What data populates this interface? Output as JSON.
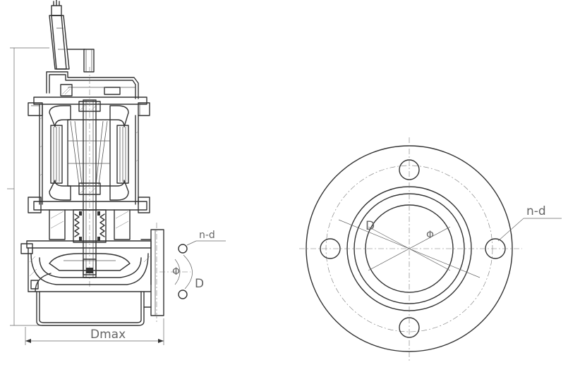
{
  "labels": {
    "dmax": "Dmax",
    "side_nd": "n-d",
    "side_d": "D",
    "side_phi": "Φ",
    "flange_d": "D",
    "flange_phi": "Φ",
    "flange_nd": "n-d"
  },
  "colors": {
    "line": "#333333",
    "dimension": "#666666",
    "background": "#ffffff"
  }
}
